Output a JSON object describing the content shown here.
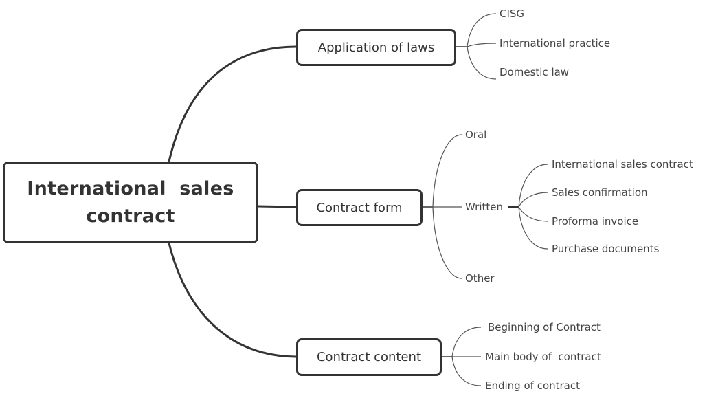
{
  "root": {
    "label_line1": "International  sales",
    "label_line2": "contract"
  },
  "branches": [
    {
      "label": "Application of laws",
      "children": [
        "CISG",
        "International practice",
        "Domestic law"
      ]
    },
    {
      "label": "Contract form",
      "children": [
        "Oral",
        "Written",
        "Other"
      ],
      "written_children": [
        "International sales contract",
        "Sales confirmation",
        "Proforma invoice",
        "Purchase documents"
      ]
    },
    {
      "label": "Contract content",
      "children": [
        "Beginning of Contract",
        "Main body of  contract",
        "Ending of contract"
      ]
    }
  ],
  "colors": {
    "main_line": "#333333",
    "thin_line": "#555555",
    "text": "#333333"
  }
}
